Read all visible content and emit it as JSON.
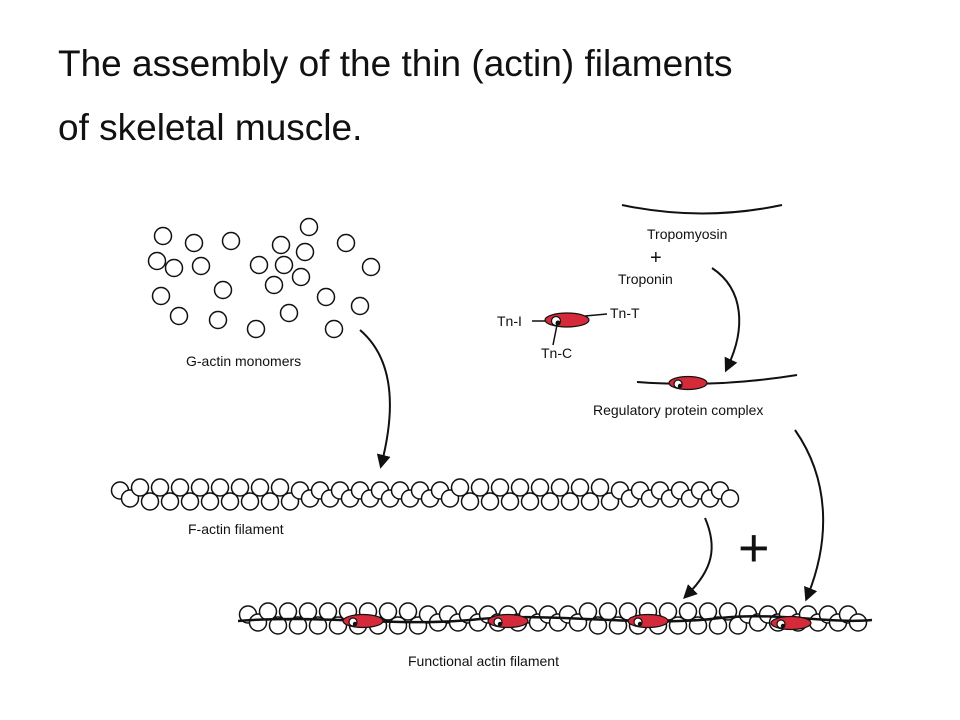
{
  "title": {
    "line1": "The assembly of the thin (actin) filaments",
    "line2": "of skeletal muscle."
  },
  "labels": {
    "g_actin": "G-actin monomers",
    "tropomyosin": "Tropomyosin",
    "plus_small": "+",
    "troponin": "Troponin",
    "tn_i": "Tn-I",
    "tn_t": "Tn-T",
    "tn_c": "Tn-C",
    "regulatory": "Regulatory protein complex",
    "f_actin": "F-actin filament",
    "plus_big": "+",
    "functional": "Functional actin filament"
  },
  "colors": {
    "troponin_fill": "#d42a3a",
    "stroke": "#111111"
  }
}
